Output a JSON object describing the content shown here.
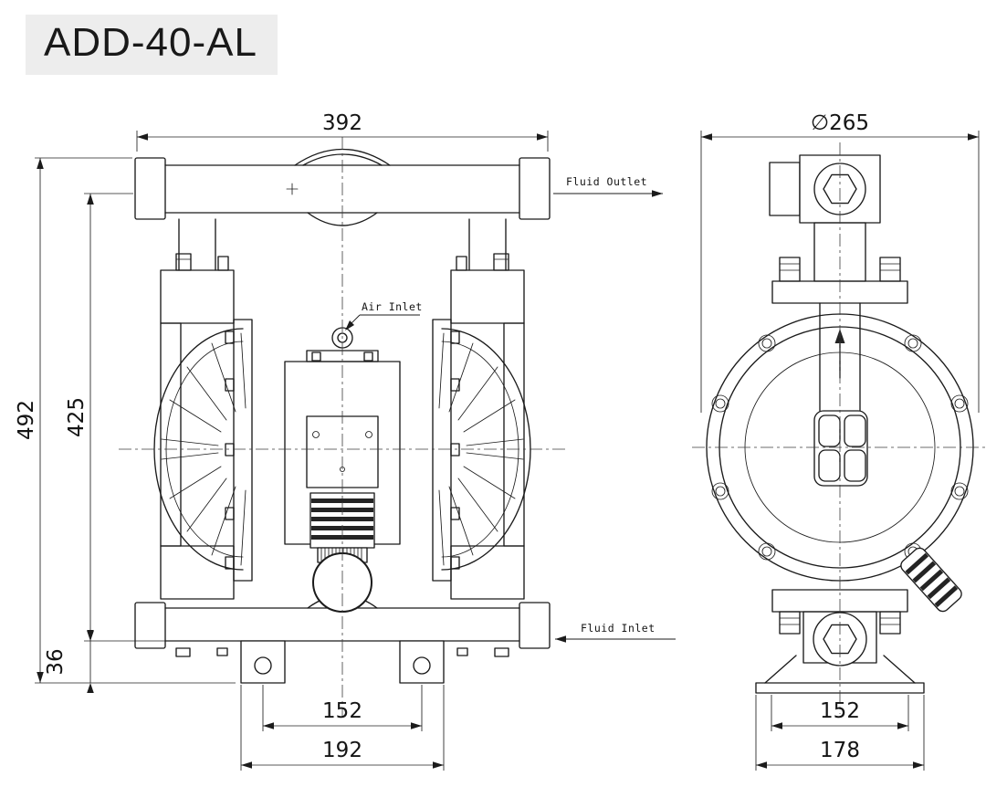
{
  "title": "ADD-40-AL",
  "dimensions": {
    "front_view": {
      "top_width": "392",
      "overall_height": "492",
      "body_height": "425",
      "foot_height": "36",
      "foot_hole_spacing": "152",
      "foot_width_spacing": "192"
    },
    "side_view": {
      "body_diameter": "∅265",
      "foot_hole_spacing": "152",
      "base_width": "178"
    }
  },
  "flow_labels": {
    "fluid_outlet": "Fluid Outlet",
    "air_inlet": "Air Inlet",
    "fluid_inlet": "Fluid Inlet"
  },
  "colors": {
    "line": "#1b1b1b",
    "background": "#ffffff",
    "title_background": "#ededed",
    "title_text": "#191919"
  }
}
